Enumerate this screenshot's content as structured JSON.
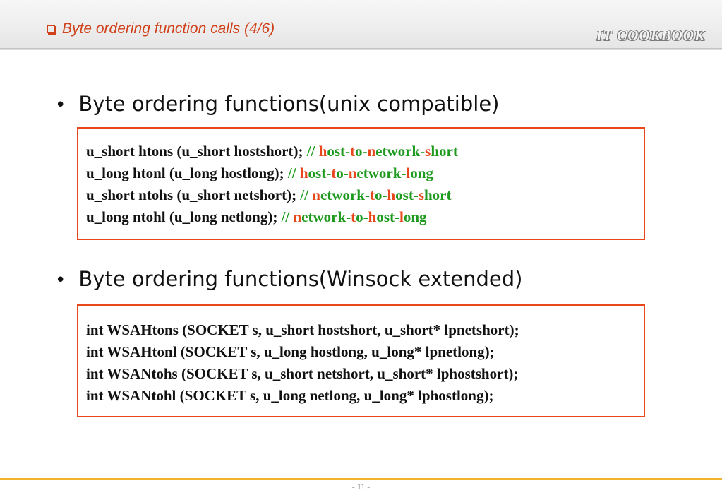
{
  "header": {
    "title": "Byte ordering function calls (4/6)",
    "brand": "IT COOKBOOK"
  },
  "bullets": [
    "Byte ordering functions(unix compatible)",
    "Byte ordering functions(Winsock extended)"
  ],
  "box1": {
    "lines": [
      {
        "code": "u_short htons (u_short hostshort); ",
        "comment": [
          {
            "t": "// ",
            "c": "g"
          },
          {
            "t": "h",
            "c": "r"
          },
          {
            "t": "ost-",
            "c": "g"
          },
          {
            "t": "t",
            "c": "r"
          },
          {
            "t": "o-",
            "c": "g"
          },
          {
            "t": "n",
            "c": "r"
          },
          {
            "t": "etwork-",
            "c": "g"
          },
          {
            "t": "s",
            "c": "r"
          },
          {
            "t": "hort",
            "c": "g"
          }
        ]
      },
      {
        "code": "u_long htonl (u_long hostlong); ",
        "comment": [
          {
            "t": "// ",
            "c": "g"
          },
          {
            "t": "h",
            "c": "r"
          },
          {
            "t": "ost-",
            "c": "g"
          },
          {
            "t": "t",
            "c": "r"
          },
          {
            "t": "o-",
            "c": "g"
          },
          {
            "t": "n",
            "c": "r"
          },
          {
            "t": "etwork-",
            "c": "g"
          },
          {
            "t": "l",
            "c": "r"
          },
          {
            "t": "ong",
            "c": "g"
          }
        ]
      },
      {
        "code": "u_short ntohs (u_short netshort); ",
        "comment": [
          {
            "t": "// ",
            "c": "g"
          },
          {
            "t": "n",
            "c": "r"
          },
          {
            "t": "etwork-",
            "c": "g"
          },
          {
            "t": "t",
            "c": "r"
          },
          {
            "t": "o-",
            "c": "g"
          },
          {
            "t": "h",
            "c": "r"
          },
          {
            "t": "ost-",
            "c": "g"
          },
          {
            "t": "s",
            "c": "r"
          },
          {
            "t": "hort",
            "c": "g"
          }
        ]
      },
      {
        "code": "u_long ntohl (u_long netlong); ",
        "comment": [
          {
            "t": "// ",
            "c": "g"
          },
          {
            "t": "n",
            "c": "r"
          },
          {
            "t": "etwork-",
            "c": "g"
          },
          {
            "t": "t",
            "c": "r"
          },
          {
            "t": "o-",
            "c": "g"
          },
          {
            "t": "h",
            "c": "r"
          },
          {
            "t": "ost-",
            "c": "g"
          },
          {
            "t": "l",
            "c": "r"
          },
          {
            "t": "ong",
            "c": "g"
          }
        ]
      }
    ]
  },
  "box2": {
    "lines": [
      "int WSAHtons (SOCKET s, u_short hostshort, u_short* lpnetshort);",
      "int WSAHtonl (SOCKET s, u_long hostlong, u_long* lpnetlong);",
      "int WSANtohs (SOCKET s, u_short netshort, u_short* lphostshort);",
      "int WSANtohl (SOCKET s, u_long netlong, u_long* lphostlong);"
    ]
  },
  "footer": {
    "page": "- 11 -"
  },
  "colors": {
    "accent": "#e8471c",
    "comment_green": "#1e9a1e",
    "title_red": "#d0401a",
    "footer_line": "#f2b32b"
  }
}
